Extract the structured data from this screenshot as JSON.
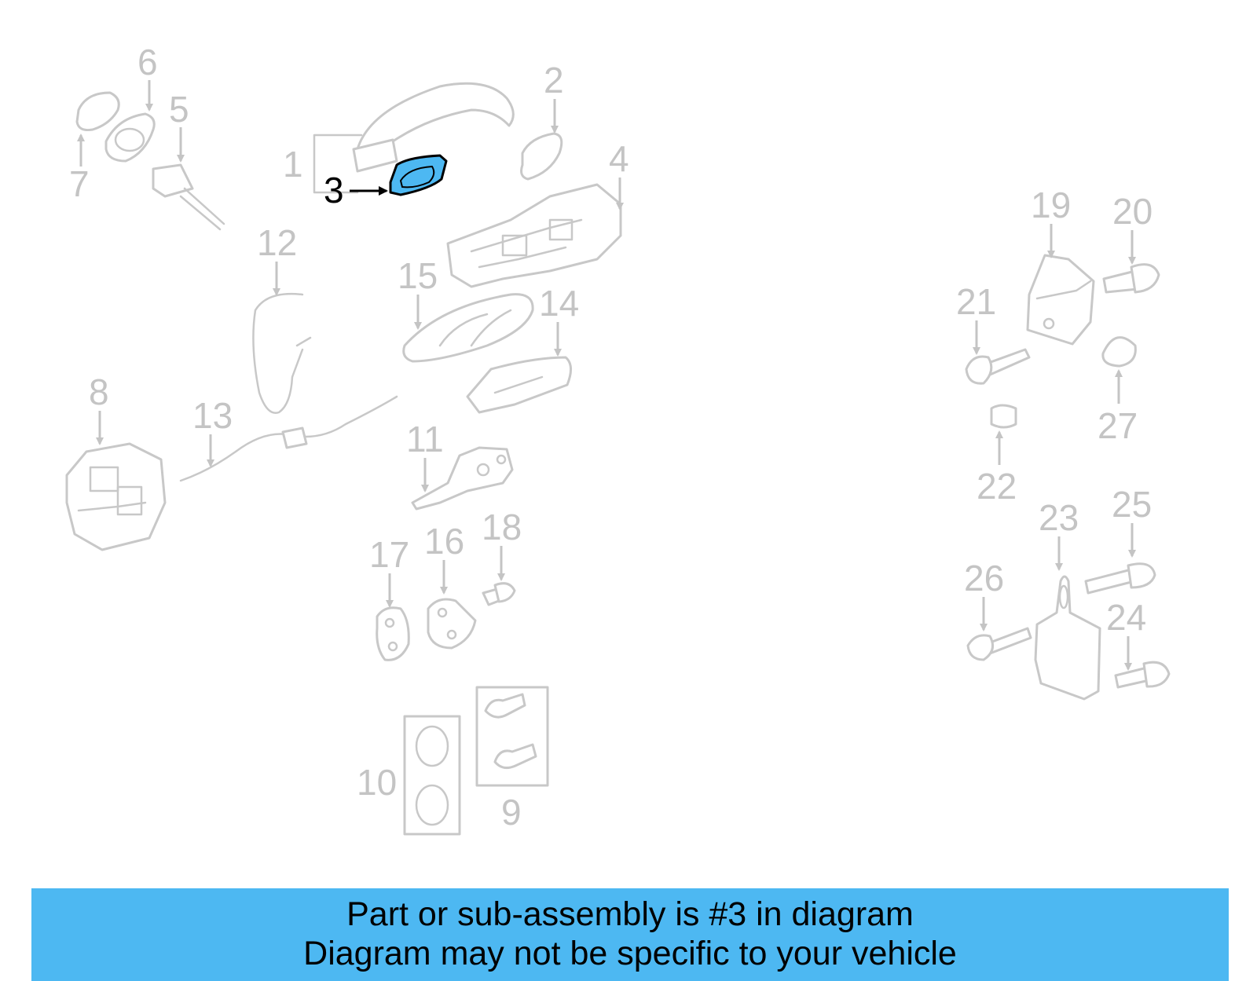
{
  "diagram": {
    "highlighted_part": "3",
    "highlight_color": "#4db8f2",
    "part_color": "#c8c8c8",
    "callouts": [
      "1",
      "2",
      "3",
      "4",
      "5",
      "6",
      "7",
      "8",
      "9",
      "10",
      "11",
      "12",
      "13",
      "14",
      "15",
      "16",
      "17",
      "18",
      "19",
      "20",
      "21",
      "22",
      "23",
      "24",
      "25",
      "26",
      "27"
    ]
  },
  "caption": {
    "line1": "Part or sub-assembly is #3 in diagram",
    "line2": "Diagram may not be specific to your vehicle",
    "background": "#4db8f2"
  }
}
